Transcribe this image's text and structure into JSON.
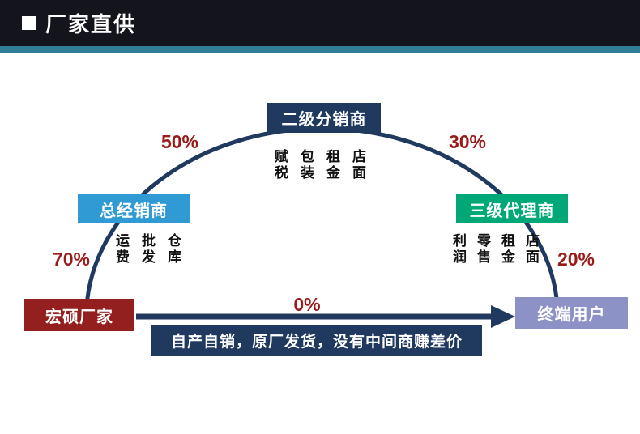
{
  "header": {
    "title": "厂家直供"
  },
  "nodes": {
    "factory": {
      "label": "宏硕厂家",
      "color": "#931f1f"
    },
    "general_distributor": {
      "label": "总经销商",
      "color": "#2f9ad3"
    },
    "second_distributor": {
      "label": "二级分销商",
      "color": "#1f3a5e"
    },
    "third_agent": {
      "label": "三级代理商",
      "color": "#00a878"
    },
    "end_user": {
      "label": "终端用户",
      "color": "#8c92c6"
    }
  },
  "percents": {
    "factory_to_general": "70%",
    "general_to_second": "50%",
    "second_to_third": "30%",
    "third_to_user": "20%",
    "factory_direct": "0%"
  },
  "costs": {
    "general_distributor": [
      "运费",
      "批发",
      "仓库"
    ],
    "second_distributor": [
      "赋税",
      "包装",
      "租金",
      "店面"
    ],
    "third_agent": [
      "利润",
      "零售",
      "租金",
      "店面"
    ]
  },
  "banner": {
    "text": "自产自销，原厂发货，没有中间商赚差价"
  },
  "colors": {
    "header_bar": "#14141d",
    "accent_bar": "#2f7e95",
    "arc_and_arrow": "#1f3a5e",
    "percent_text": "#9b1a1a",
    "banner_bg": "#1f3a5e"
  }
}
